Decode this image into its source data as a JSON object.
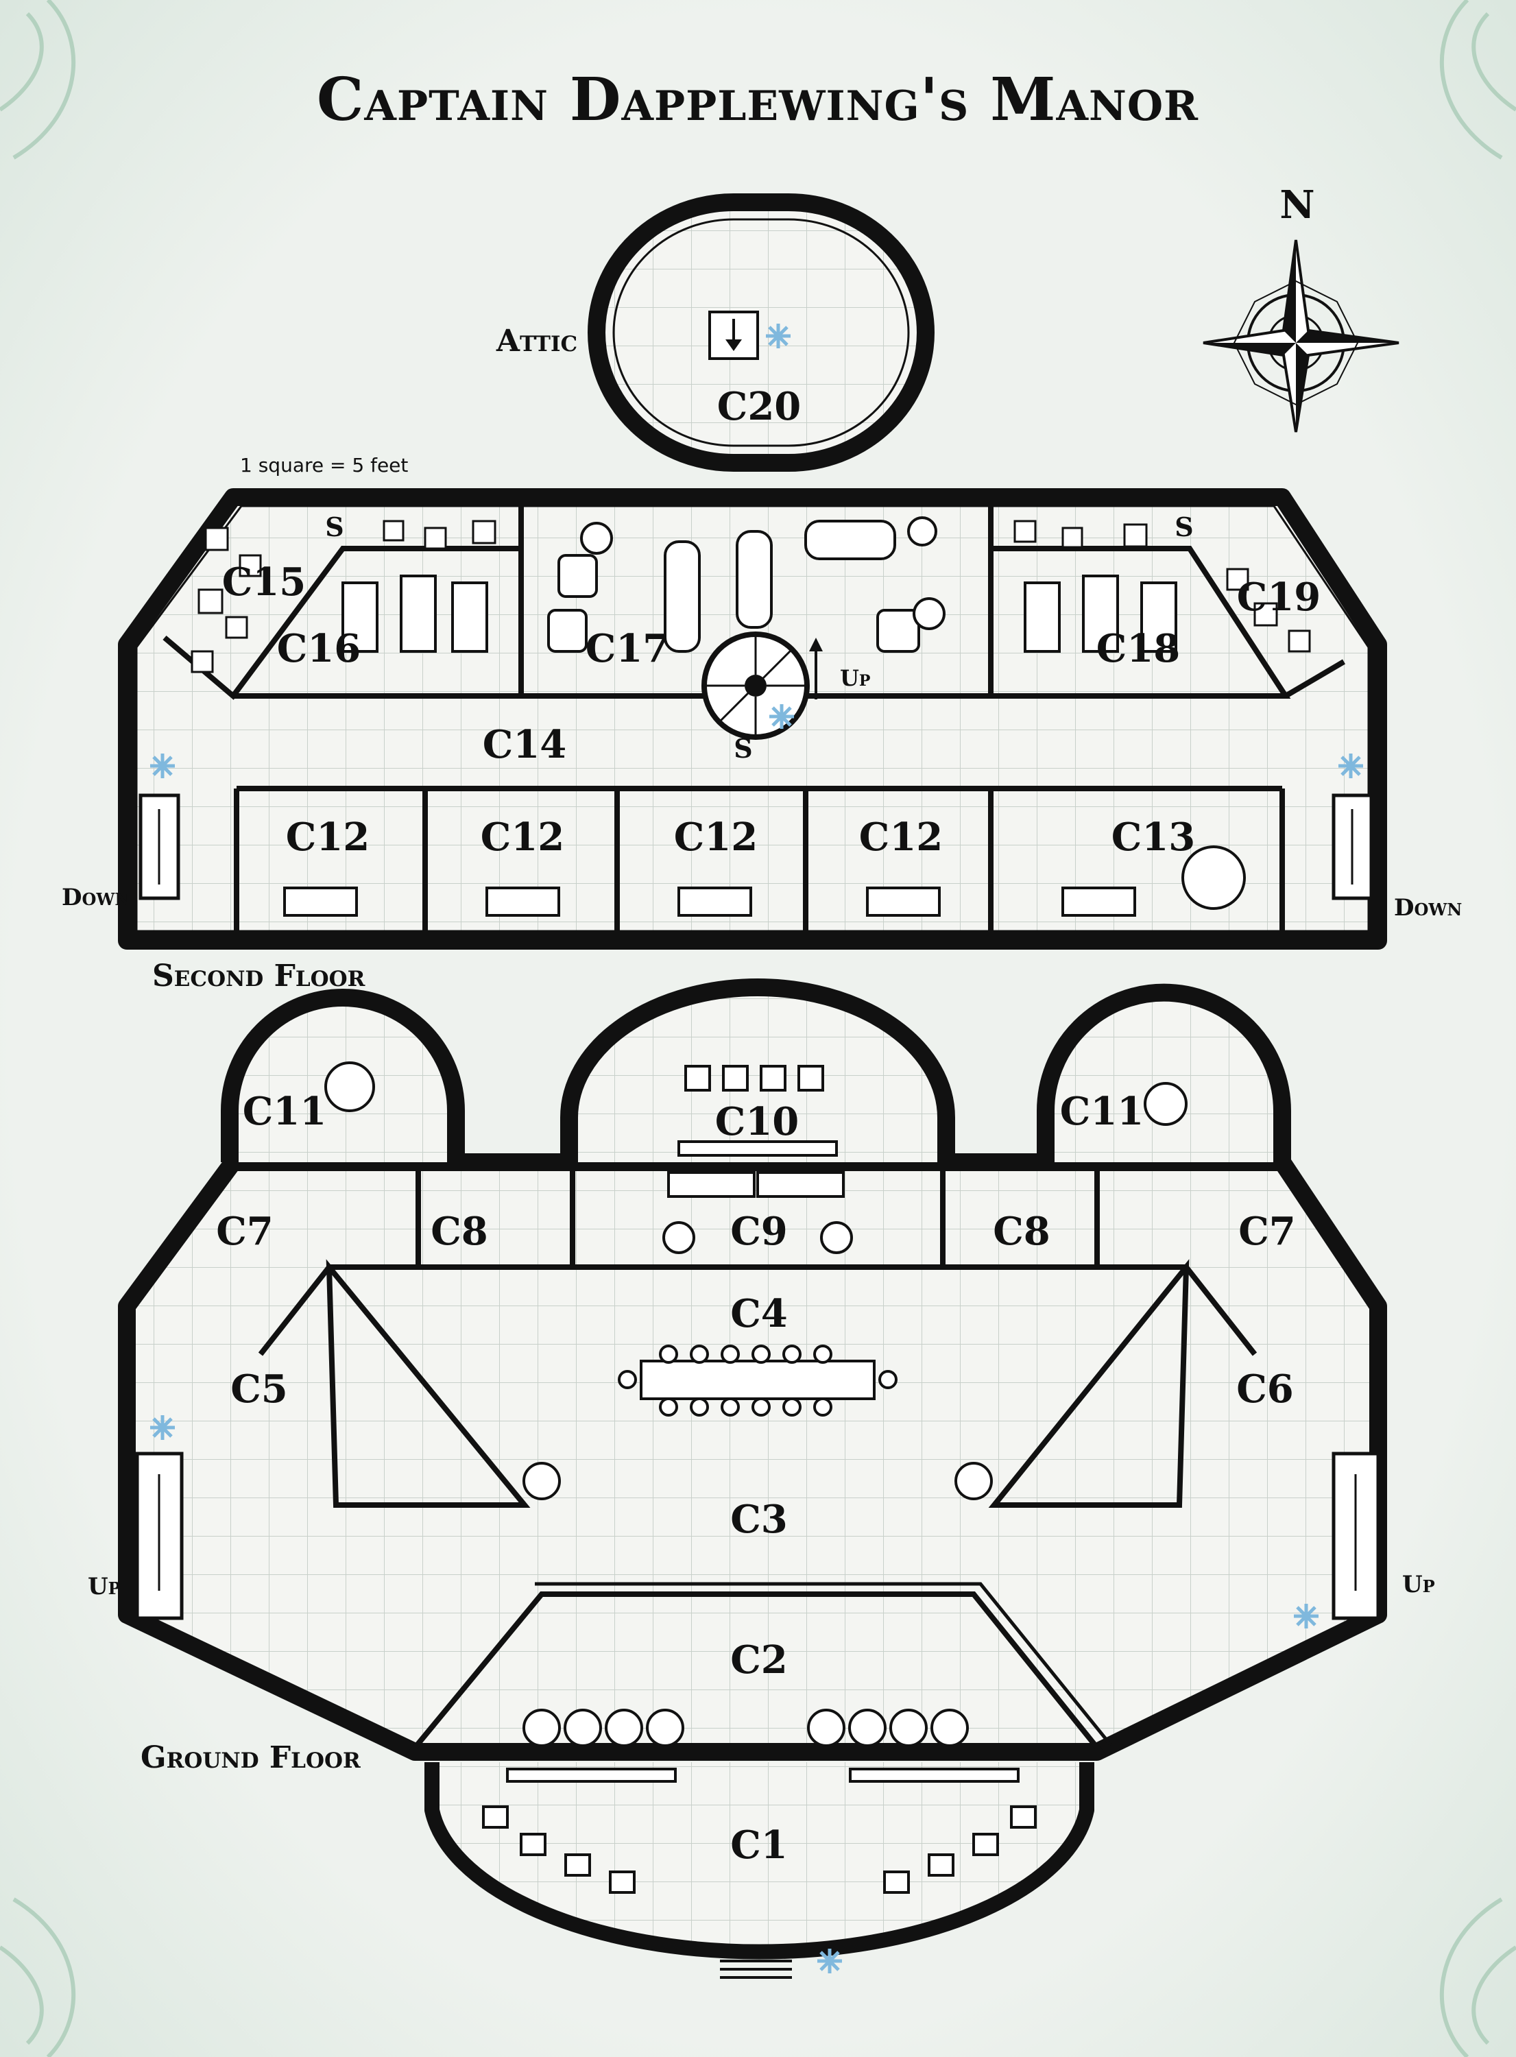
{
  "title": "Captain Dapplewing's Manor",
  "scale_note": "1 square = 5 feet",
  "compass": {
    "north_label": "N"
  },
  "floors": {
    "attic": "Attic",
    "second": "Second Floor",
    "ground": "Ground Floor"
  },
  "markers": {
    "secret": "S",
    "up": "Up",
    "down": "Down"
  },
  "rooms": {
    "c1": "C1",
    "c2": "C2",
    "c3": "C3",
    "c4": "C4",
    "c5": "C5",
    "c6": "C6",
    "c7": "C7",
    "c8": "C8",
    "c9": "C9",
    "c10": "C10",
    "c11": "C11",
    "c12": "C12",
    "c13": "C13",
    "c14": "C14",
    "c15": "C15",
    "c16": "C16",
    "c17": "C17",
    "c18": "C18",
    "c19": "C19",
    "c20": "C20"
  },
  "colors": {
    "ink": "#111111",
    "paper": "#eef2ee",
    "frost": "#7fb8dd",
    "border_ornament": "#a9cbb7"
  }
}
